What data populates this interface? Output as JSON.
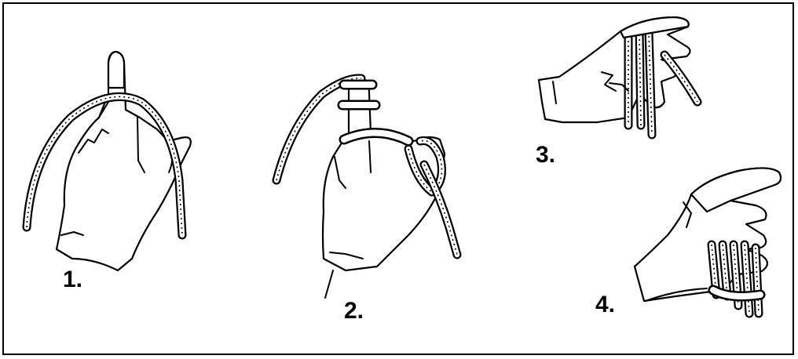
{
  "steps": [
    {
      "label": "1."
    },
    {
      "label": "2."
    },
    {
      "label": "3."
    },
    {
      "label": "4."
    }
  ]
}
